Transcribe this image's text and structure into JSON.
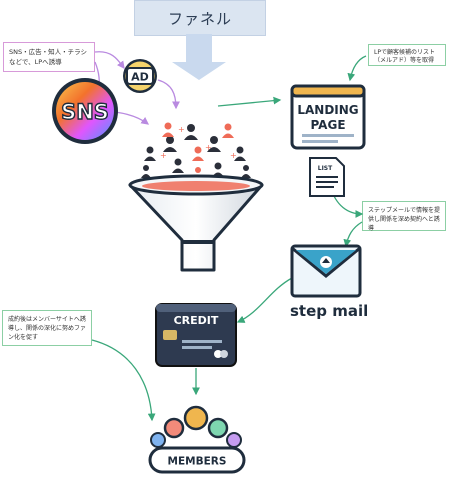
{
  "title": "ファネル",
  "notes": {
    "sns": "SNS・広告・知人・チラシなどで、LPへ誘導",
    "lp": "LPで顧客候補のリスト（メルアド）等を取得",
    "step": "ステップメールで情報を提供し関係を深め契約へと誘導",
    "contract": "成約後はメンバーサイトへ誘導し、関係の深化に努めファン化を促す"
  },
  "icons": {
    "sns": "SNS",
    "ad": "AD",
    "landing_line1": "LANDING",
    "landing_line2": "PAGE",
    "list": "LIST",
    "credit": "CREDIT",
    "members": "MEMBERS"
  },
  "step_mail_label": "step mail",
  "colors": {
    "pink_border": "#d79ad9",
    "green_border": "#8ccfa4",
    "arrow_purple": "#b98ae0",
    "arrow_green": "#3aa77a",
    "title_bg": "#dbe5f1"
  }
}
